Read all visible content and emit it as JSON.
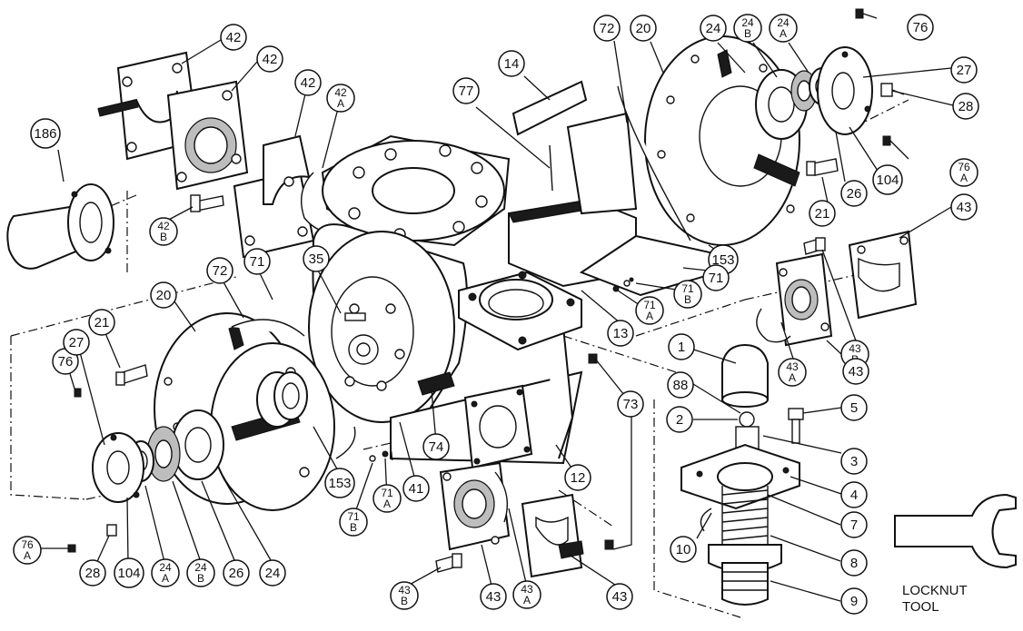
{
  "callouts": [
    {
      "id": "c-186",
      "text": [
        "186"
      ]
    },
    {
      "id": "c-42a",
      "text": [
        "42"
      ]
    },
    {
      "id": "c-42b",
      "text": [
        "42"
      ]
    },
    {
      "id": "c-42c",
      "text": [
        "42"
      ]
    },
    {
      "id": "c-42A",
      "text": [
        "42",
        "A"
      ]
    },
    {
      "id": "c-42B",
      "text": [
        "42",
        "B"
      ]
    },
    {
      "id": "c-35",
      "text": [
        "35"
      ]
    },
    {
      "id": "c-71a",
      "text": [
        "71"
      ]
    },
    {
      "id": "c-72a",
      "text": [
        "72"
      ]
    },
    {
      "id": "c-20a",
      "text": [
        "20"
      ]
    },
    {
      "id": "c-21a",
      "text": [
        "21"
      ]
    },
    {
      "id": "c-76a",
      "text": [
        "76"
      ]
    },
    {
      "id": "c-27a",
      "text": [
        "27"
      ]
    },
    {
      "id": "c-76Aa",
      "text": [
        "76",
        "A"
      ]
    },
    {
      "id": "c-28a",
      "text": [
        "28"
      ]
    },
    {
      "id": "c-104a",
      "text": [
        "104"
      ]
    },
    {
      "id": "c-24Aa",
      "text": [
        "24",
        "A"
      ]
    },
    {
      "id": "c-24Ba",
      "text": [
        "24",
        "B"
      ]
    },
    {
      "id": "c-26a",
      "text": [
        "26"
      ]
    },
    {
      "id": "c-24a",
      "text": [
        "24"
      ]
    },
    {
      "id": "c-153a",
      "text": [
        "153"
      ]
    },
    {
      "id": "c-71Ba",
      "text": [
        "71",
        "B"
      ]
    },
    {
      "id": "c-71Aa",
      "text": [
        "71",
        "A"
      ]
    },
    {
      "id": "c-41",
      "text": [
        "41"
      ]
    },
    {
      "id": "c-74",
      "text": [
        "74"
      ]
    },
    {
      "id": "c-43Bb",
      "text": [
        "43",
        "B"
      ]
    },
    {
      "id": "c-43c",
      "text": [
        "43"
      ]
    },
    {
      "id": "c-43Ab",
      "text": [
        "43",
        "A"
      ]
    },
    {
      "id": "c-43d",
      "text": [
        "43"
      ]
    },
    {
      "id": "c-12",
      "text": [
        "12"
      ]
    },
    {
      "id": "c-73",
      "text": [
        "73"
      ]
    },
    {
      "id": "c-77",
      "text": [
        "77"
      ]
    },
    {
      "id": "c-14",
      "text": [
        "14"
      ]
    },
    {
      "id": "c-72b",
      "text": [
        "72"
      ]
    },
    {
      "id": "c-20b",
      "text": [
        "20"
      ]
    },
    {
      "id": "c-24b",
      "text": [
        "24"
      ]
    },
    {
      "id": "c-24Bb",
      "text": [
        "24",
        "B"
      ]
    },
    {
      "id": "c-24Ab",
      "text": [
        "24",
        "A"
      ]
    },
    {
      "id": "c-76b",
      "text": [
        "76"
      ]
    },
    {
      "id": "c-27b",
      "text": [
        "27"
      ]
    },
    {
      "id": "c-28b",
      "text": [
        "28"
      ]
    },
    {
      "id": "c-76Ab",
      "text": [
        "76",
        "A"
      ]
    },
    {
      "id": "c-104b",
      "text": [
        "104"
      ]
    },
    {
      "id": "c-26b",
      "text": [
        "26"
      ]
    },
    {
      "id": "c-21b",
      "text": [
        "21"
      ]
    },
    {
      "id": "c-43a",
      "text": [
        "43"
      ]
    },
    {
      "id": "c-153b",
      "text": [
        "153"
      ]
    },
    {
      "id": "c-71b",
      "text": [
        "71"
      ]
    },
    {
      "id": "c-71Bb",
      "text": [
        "71",
        "B"
      ]
    },
    {
      "id": "c-71Ab",
      "text": [
        "71",
        "A"
      ]
    },
    {
      "id": "c-13",
      "text": [
        "13"
      ]
    },
    {
      "id": "c-43Ba",
      "text": [
        "43",
        "B"
      ]
    },
    {
      "id": "c-43Aa",
      "text": [
        "43",
        "A"
      ]
    },
    {
      "id": "c-43b",
      "text": [
        "43"
      ]
    },
    {
      "id": "c-1",
      "text": [
        "1"
      ]
    },
    {
      "id": "c-88",
      "text": [
        "88"
      ]
    },
    {
      "id": "c-2",
      "text": [
        "2"
      ]
    },
    {
      "id": "c-5",
      "text": [
        "5"
      ]
    },
    {
      "id": "c-3",
      "text": [
        "3"
      ]
    },
    {
      "id": "c-4",
      "text": [
        "4"
      ]
    },
    {
      "id": "c-7",
      "text": [
        "7"
      ]
    },
    {
      "id": "c-10",
      "text": [
        "10"
      ]
    },
    {
      "id": "c-8",
      "text": [
        "8"
      ]
    },
    {
      "id": "c-9",
      "text": [
        "9"
      ]
    }
  ],
  "tool": {
    "line1": "LOCKNUT",
    "line2": "TOOL"
  }
}
